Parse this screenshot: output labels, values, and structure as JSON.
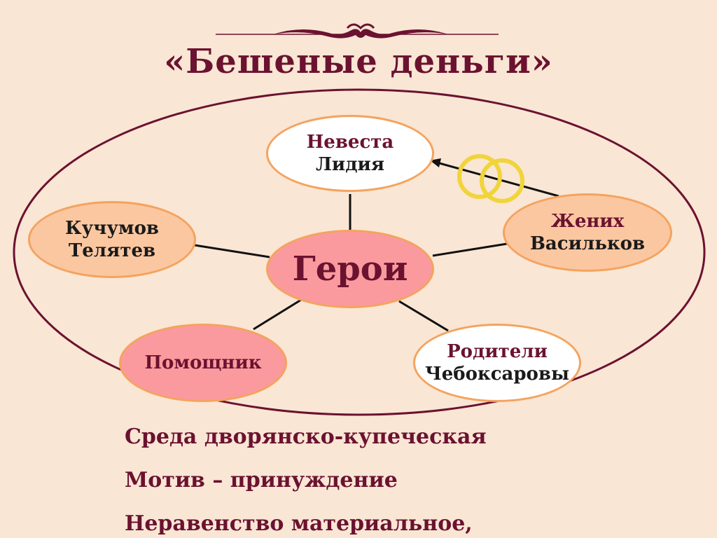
{
  "title": "«Бешеные деньги»",
  "center": {
    "label": "Герои"
  },
  "nodes": {
    "bride": {
      "line1": "Невеста",
      "line2": "Лидия"
    },
    "groom": {
      "line1": "Жених",
      "line2": "Васильков"
    },
    "suitors": {
      "line1": "Кучумов",
      "line2": "Телятев"
    },
    "parents": {
      "line1": "Родители",
      "line2": "Чебоксаровы"
    },
    "helper": {
      "label": "Помощник"
    }
  },
  "notes": [
    "Среда дворянско-купеческая",
    "Мотив – принуждение",
    "Неравенство материальное,"
  ],
  "colors": {
    "accent": "#6b1230",
    "background": "#f9e6d4",
    "node_pink": "#fa9a9e",
    "node_peach": "#fbc7a1",
    "node_border": "#f4a35e",
    "rings": "#f0d43a"
  },
  "icons": {
    "rings": "wedding-rings-icon",
    "ornament": "ornament-divider-icon"
  }
}
